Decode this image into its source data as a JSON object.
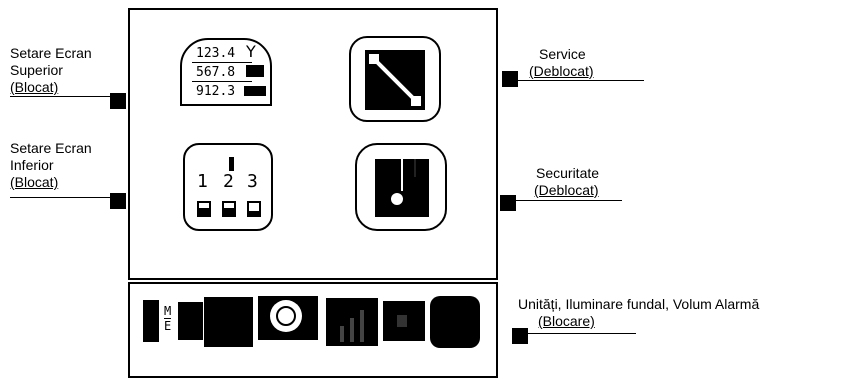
{
  "labels": {
    "top_screen_line1": "Setare Ecran",
    "top_screen_line2": "Superior",
    "top_screen_status": "(Blocat)",
    "bottom_screen_line1": "Setare Ecran",
    "bottom_screen_line2": "Inferior",
    "bottom_screen_status": "(Blocat)",
    "service_title": "Service",
    "service_status": "(Deblocat)",
    "security_title": "Securitate",
    "security_status": "(Deblocat)",
    "bar_title": "Unități, Iluminare fundal, Volum Alarmă",
    "bar_status": "(Blocare)"
  },
  "top_screen_values": [
    "123.4",
    "567.8",
    "912.3"
  ],
  "bottom_screen_digits": [
    "1",
    "2",
    "3"
  ],
  "units_letters": [
    "M",
    "E"
  ],
  "icons": [
    "display-values-icon",
    "wrench-icon",
    "display-select-icon",
    "lock-icon",
    "units-icon",
    "backlight-icon",
    "volume-bars-icon",
    "speaker-icon"
  ]
}
